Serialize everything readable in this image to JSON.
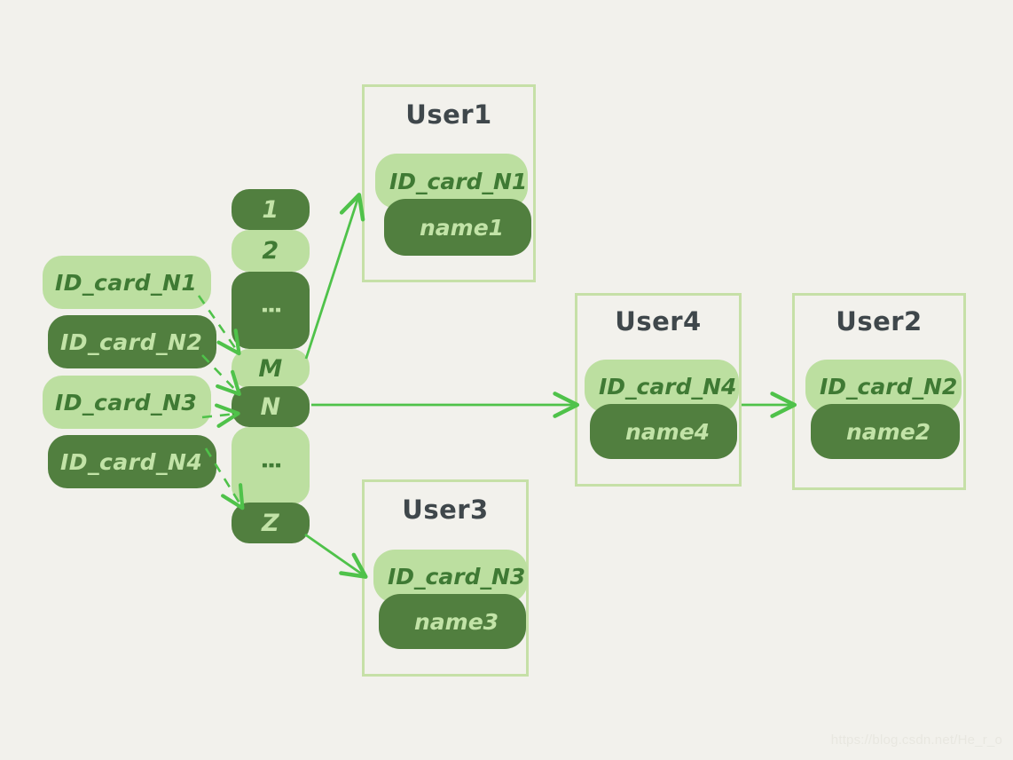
{
  "diagram": {
    "background_color": "#f2f1ec",
    "accent_light": "#bcdfa0",
    "accent_dark": "#517f3f",
    "border_color": "#c6e0a7",
    "arrow_color": "#4fc24a",
    "title_color": "#3f474b"
  },
  "id_cards": [
    {
      "label": "ID_card_N1",
      "style": "light"
    },
    {
      "label": "ID_card_N2",
      "style": "dark"
    },
    {
      "label": "ID_card_N3",
      "style": "light"
    },
    {
      "label": "ID_card_N4",
      "style": "dark"
    }
  ],
  "hash_slots": [
    {
      "label": "1",
      "style": "dark",
      "kind": "value"
    },
    {
      "label": "2",
      "style": "light",
      "kind": "value"
    },
    {
      "label": "⋮",
      "style": "dark",
      "kind": "dots"
    },
    {
      "label": "M",
      "style": "light",
      "kind": "value"
    },
    {
      "label": "N",
      "style": "dark",
      "kind": "value"
    },
    {
      "label": "⋮",
      "style": "light",
      "kind": "dots"
    },
    {
      "label": "Z",
      "style": "dark",
      "kind": "value"
    }
  ],
  "users": [
    {
      "title": "User1",
      "id_card": "ID_card_N1",
      "name": "name1"
    },
    {
      "title": "User4",
      "id_card": "ID_card_N4",
      "name": "name4"
    },
    {
      "title": "User2",
      "id_card": "ID_card_N2",
      "name": "name2"
    },
    {
      "title": "User3",
      "id_card": "ID_card_N3",
      "name": "name3"
    }
  ],
  "watermark": "https://blog.csdn.net/He_r_o"
}
